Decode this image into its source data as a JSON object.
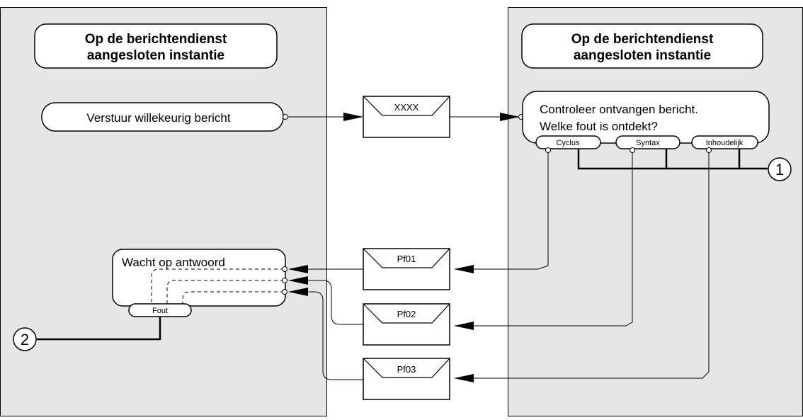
{
  "left_instance": {
    "title_line1": "Op de berichtendienst",
    "title_line2": "aangesloten instantie",
    "send_action": "Verstuur willekeurig bericht",
    "wait_action": "Wacht op antwoord",
    "error_port": "Fout",
    "connector": "2"
  },
  "right_instance": {
    "title_line1": "Op de berichtendienst",
    "title_line2": "aangesloten instantie",
    "check_line1": "Controleer ontvangen bericht.",
    "check_line2": "Welke fout is ontdekt?",
    "ports": [
      "Cyclus",
      "Syntax",
      "Inhoudelijk"
    ],
    "connector": "1"
  },
  "messages": {
    "request": "XXXX",
    "replies": [
      "Pf01",
      "Pf02",
      "Pf03"
    ]
  }
}
